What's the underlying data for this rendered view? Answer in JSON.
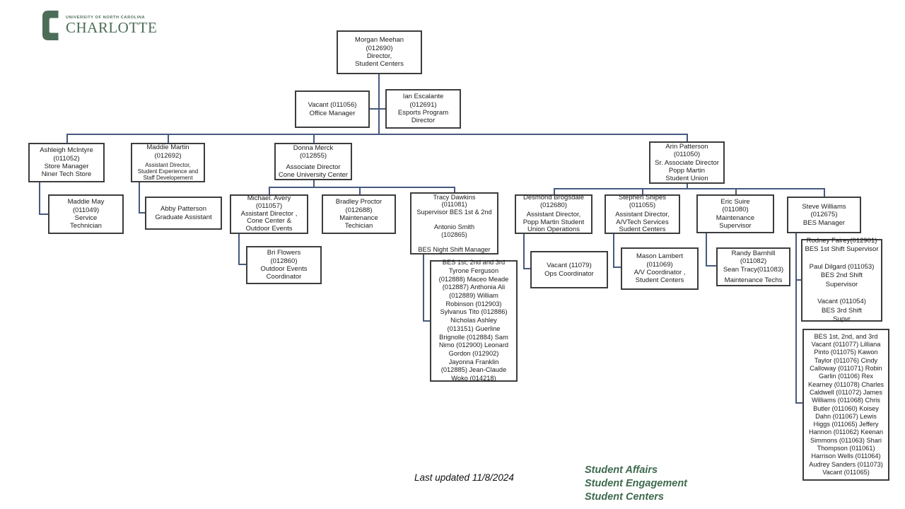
{
  "logo": {
    "institution": "UNIVERSITY OF NORTH CAROLINA",
    "campus": "CHARLOTTE"
  },
  "footer": {
    "last_updated": "Last updated 11/8/2024",
    "org_lines": "Student Affairs\nStudent Engagement\nStudent Centers"
  },
  "colors": {
    "connector_blue": "#47597f",
    "box_border": "#3d3d3d",
    "brand_green": "#4c6d58",
    "footer_green": "#3e6a4e"
  },
  "boxes": {
    "morgan": {
      "text": "Morgan Meehan\n(012690)\nDirector,\nStudent Centers"
    },
    "vacant_office": {
      "text": "Vacant (011056)\nOffice Manager"
    },
    "ian": {
      "text": "Ian Escalante\n(012691)\nEsports Program\nDirector"
    },
    "ashleigh": {
      "text": "Ashleigh McIntyre\n(011052)\nStore Manager\nNiner Tech Store"
    },
    "maddie_martin": {
      "name": "Maddie Martin\n(012692)",
      "title": "Assistant Director,\nStudent Experience and\nStaff Developement"
    },
    "donna": {
      "name": "Donna Merck\n(012855)",
      "title": "Associate Director\nCone University Center"
    },
    "arin": {
      "text": "Arin Patterson\n(011050)\nSr. Associate Director\nPopp Martin\nStudent Union"
    },
    "maddie_may": {
      "text": "Maddie May\n(011049)\nService\nTechnician"
    },
    "abby": {
      "text": "Abby Patterson\nGraduate Assistant"
    },
    "michael": {
      "text": "Michael. Avery\n(011057)\nAssistant Director ,\nCone Center &\nOutdoor Events"
    },
    "bradley": {
      "text": "Bradley Proctor\n(012688)\nMaintenance\nTechician"
    },
    "tracy": {
      "text": "Tracy Dawkins\n(011081)\nSupervisor BES 1st & 2nd\n\nAntonio Smith\n(102865)\n\nBES Night Shift Manager"
    },
    "desmond": {
      "name": "Desmond Brogsdale\n(012680)",
      "title": "Assistant Director,\nPopp Martin Student\nUnion Operations"
    },
    "stephen": {
      "name": "Stephen Snipes\n(011055)",
      "title": "Assistant Director,\nA/VTech Services\nSudent Centers"
    },
    "eric": {
      "text": "Eric Suire\n(011080)\nMaintenance\nSupervisor"
    },
    "steve": {
      "text": "Steve Williams\n(012675)\nBES Manager"
    },
    "bri": {
      "text": "Bri Flowers\n(012860)\nOutdoor Events\nCoordinator"
    },
    "bes_day": {
      "text": "BES 1st, 2nd and 3rd\nTyrone Ferguson\n(012888) Maceo Meade\n(012887) Anthonia Ali\n(012889) William\nRobinson (012903)\nSylvanus Tito (012886)\nNicholas Ashley\n(013151) Guerline\nBrignolle (012884) Sam\nNimo (012900) Leonard\nGordon (012902)\nJayonna Franklin\n(012885) Jean-Claude\nWoko (014218)"
    },
    "vacant_ops": {
      "text": "Vacant (11079)\nOps Coordinator"
    },
    "mason": {
      "text": "Mason Lambert\n(011069)\nA/V Coordinator ,\nStudent Centers"
    },
    "randy": {
      "name": "Randy Barnhill\n(011082)\nSean Tracy(011083)",
      "title": "Maintenance Techs"
    },
    "rodney": {
      "text": "Rodney Fairey(012901)\nBES 1st Shift Supervisor\n\nPaul Dilgard (011053)\nBES 2nd Shift Supervisor\n\nVacant (011054)\nBES 3rd Shift\nSupvr"
    },
    "bes_union": {
      "text": "BES 1st, 2nd, and 3rd\nVacant (011077) Lilliana\nPinto (011075) Kawon\nTaylor (011076) Cindy\nCalloway (011071) Robin\nGarlin (01106) Rex\nKearney (011078) Charles\nCaldwell (011072) James\nWilliams (011068) Chris\nButler (011060) Koisey\nDahn (011067) Lewis\nHiggs (011065) Jeffery\nHannon (011062) Keenan\nSimmons (011063) Shari\nThompson (011061)\nHarrison Wells (011064)\nAudrey Sanders (011073)\nVacant (011065)"
    }
  }
}
